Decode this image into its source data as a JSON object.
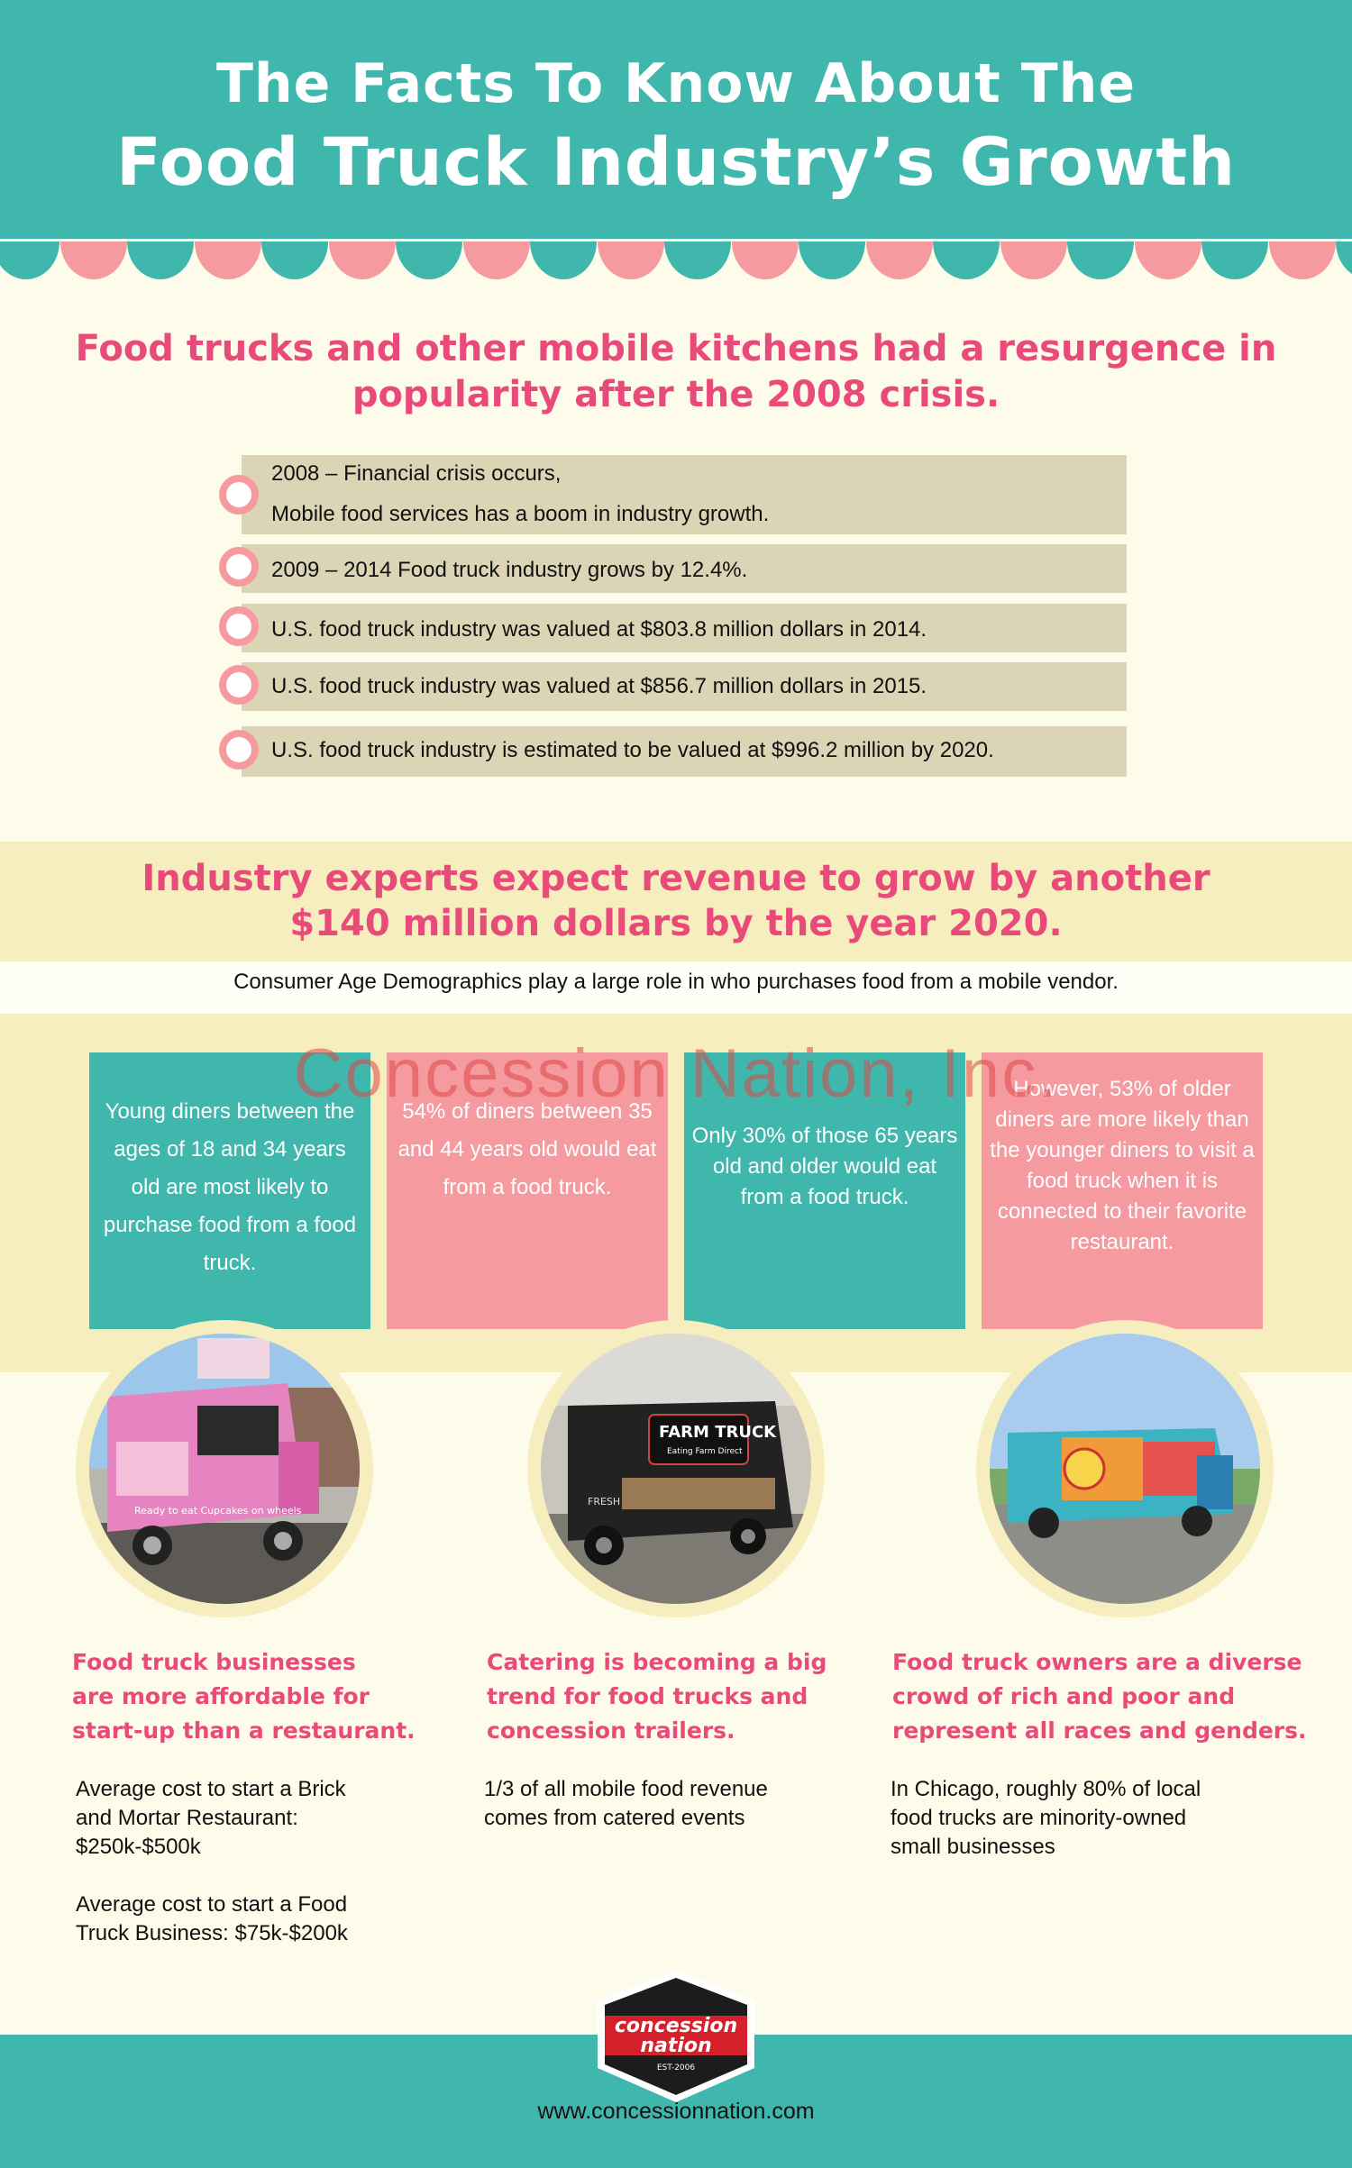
{
  "header": {
    "title_line1": "The Facts To Know About The",
    "title_line2": "Food Truck Industry’s Growth"
  },
  "section1": {
    "heading_line1": "Food trucks and other mobile kitchens had a resurgence in",
    "heading_line2": "popularity after the 2008 crisis.",
    "facts": [
      {
        "line1": "2008 – Financial crisis occurs,",
        "line2": "Mobile food services has a boom in industry growth."
      },
      {
        "line1": "2009 – 2014 Food truck industry grows by 12.4%."
      },
      {
        "line1": "U.S. food truck industry was valued at $803.8 million dollars in 2014."
      },
      {
        "line1": "U.S. food truck industry was valued at $856.7 million dollars in 2015."
      },
      {
        "line1": "U.S. food truck industry is estimated to be valued at $996.2 million by 2020."
      }
    ]
  },
  "section2": {
    "heading_line1": "Industry experts expect revenue to grow by another",
    "heading_line2": "$140 million dollars by the year 2020.",
    "subtext": "Consumer Age Demographics play a large role in who purchases food from a mobile vendor.",
    "watermark": "Concession Nation, Inc.",
    "boxes": [
      {
        "text": "Young diners between the ages of 18 and 34 years old are most likely to purchase food from a food truck."
      },
      {
        "text": "54% of diners between 35 and 44 years old would eat from a food truck."
      },
      {
        "text": "Only 30% of those 65 years old and older would eat from a food truck."
      },
      {
        "text": "However, 53% of older diners are more likely than the younger diners to visit a food truck when it is connected to their favorite restaurant."
      }
    ]
  },
  "pillars": [
    {
      "title": [
        "Food truck businesses",
        "are more affordable for",
        "start-up than a restaurant."
      ],
      "body1": [
        "Average cost to start a Brick",
        "and Mortar Restaurant:",
        "$250k-$500k"
      ],
      "body2": [
        "Average cost to start a Food",
        "Truck Business:  $75k-$200k"
      ]
    },
    {
      "title": [
        "Catering is becoming a big",
        "trend for food trucks and",
        "concession trailers."
      ],
      "body1": [
        "1/3 of all mobile food revenue",
        "comes from catered events"
      ]
    },
    {
      "title": [
        "Food truck owners are a diverse",
        "crowd of rich and poor and",
        "represent all races and genders."
      ],
      "body1": [
        "In Chicago, roughly 80% of local",
        "food trucks are minority-owned",
        "small businesses"
      ]
    }
  ],
  "truck_images": {
    "truck1_sign": "Ready to eat Cupcakes on wheels",
    "truck2_sign": "FARM TRUCK",
    "truck2_sub": "Eating Farm Direct",
    "truck2_side": "FRESH"
  },
  "footer": {
    "logo_line1": "concession",
    "logo_line2": "nation",
    "logo_est": "EST-2006",
    "url": "www.concessionnation.com"
  },
  "colors": {
    "teal": "#3fb7ad",
    "pink": "#f59ba0",
    "heading_pink": "#e84a79",
    "cream": "#fdfbe9",
    "band_yellow": "#f6eebe",
    "fact_bg": "#dcd5b5"
  }
}
